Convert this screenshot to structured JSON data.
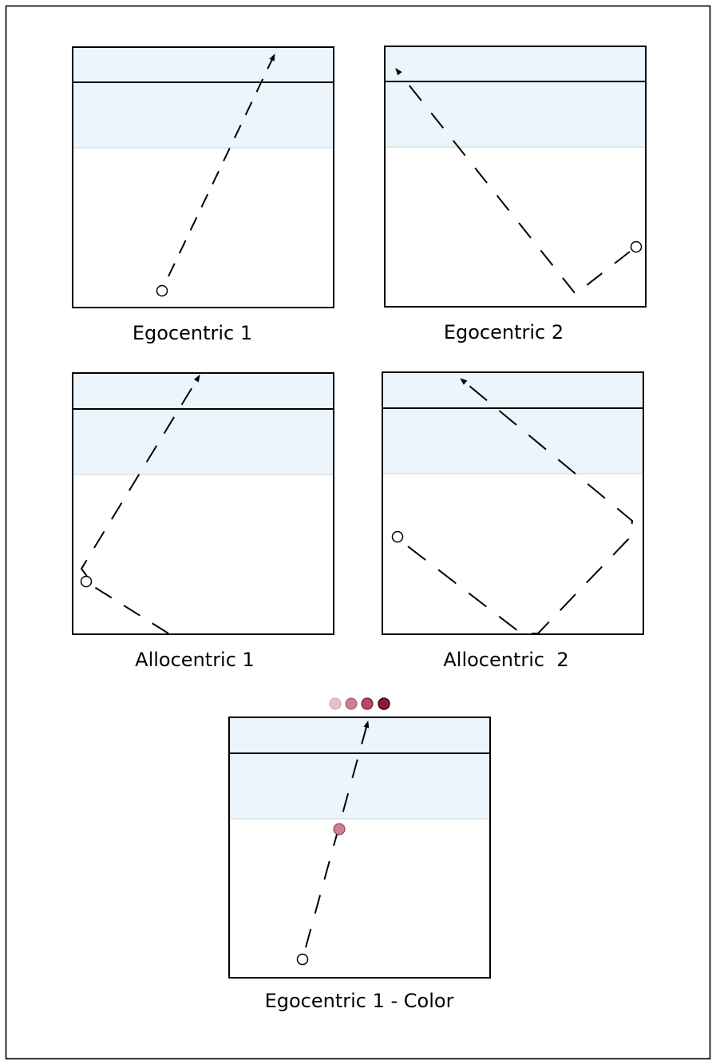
{
  "colors": {
    "frame": "#000000",
    "water_band": "#ebf5fb",
    "band_divider": "#d8e3ea",
    "path_line": "#000000",
    "color_dot_fill": "#d07f90",
    "legend_dots": [
      "#e7c0cb",
      "#cf7f90",
      "#b44a66",
      "#911a2c"
    ]
  },
  "panels": [
    {
      "id": "egocentric-1",
      "label": "Egocentric 1",
      "start_marker": "hollow-circle",
      "path_segments": 2,
      "arrow": "arrowhead"
    },
    {
      "id": "egocentric-2",
      "label": "Egocentric 2",
      "start_marker": "hollow-circle",
      "path_segments": 3,
      "arrow": "arrowhead"
    },
    {
      "id": "allocentric-1",
      "label": "Allocentric 1",
      "start_marker": "hollow-circle",
      "path_segments": 3,
      "arrow": "arrowhead"
    },
    {
      "id": "allocentric-2",
      "label": "Allocentric  2",
      "start_marker": "hollow-circle",
      "path_segments": 4,
      "arrow": "arrowhead"
    },
    {
      "id": "egocentric-1-color",
      "label": "Egocentric 1 - Color",
      "start_marker": "hollow-circle",
      "path_segments": 2,
      "arrow": "arrowhead",
      "legend_dot_count": 4
    }
  ]
}
